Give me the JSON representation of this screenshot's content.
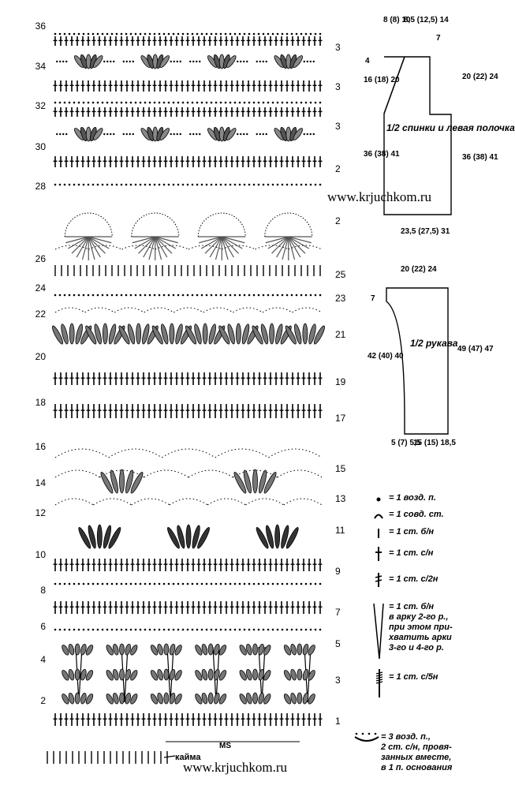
{
  "diagram": {
    "row_numbers_left": [
      "36",
      "34",
      "32",
      "30",
      "28",
      "26",
      "24",
      "22",
      "20",
      "18",
      "16",
      "14",
      "12",
      "10",
      "8",
      "6",
      "4",
      "2"
    ],
    "row_numbers_right": [
      "3",
      "3",
      "3",
      "2",
      "2",
      "25",
      "23",
      "21",
      "19",
      "17",
      "15",
      "13",
      "11",
      "9",
      "7",
      "5",
      "3",
      "1"
    ],
    "kayma_label": "кайма",
    "ms_label": "MS"
  },
  "watermarks": [
    "www.krjuchkom.ru",
    "www.krjuchkom.ru"
  ],
  "back_schematic": {
    "top_widths": [
      "8\n(8)\n10",
      "8,5\n(12,5)\n14",
      "7"
    ],
    "left_dims": [
      "4",
      "16\n(18)\n20",
      "36\n(38)\n41"
    ],
    "right_dims": [
      "20\n(22)\n24",
      "36\n(38)\n41"
    ],
    "label": "1/2 спинки\nи левая\nполочка",
    "bottom": "23,5\n(27,5) 31"
  },
  "sleeve_schematic": {
    "top": "20 (22) 24",
    "left_dims": [
      "7",
      "42\n(40)\n40"
    ],
    "right_dim": "49\n(47)\n47",
    "label": "1/2\nрукава",
    "bottom_left": "5\n(7)\n5,5",
    "bottom_right": "15 (15)\n18,5"
  },
  "legend": [
    {
      "icon": "dot-icon",
      "text": "= 1 возд. п."
    },
    {
      "icon": "arc-icon",
      "text": "= 1 совд. ст."
    },
    {
      "icon": "sc-icon",
      "text": "= 1 ст. б/н"
    },
    {
      "icon": "dc-icon",
      "text": "= 1 ст. с/н"
    },
    {
      "icon": "hdc-icon",
      "text": "= 1 ст. с/2н"
    },
    {
      "icon": "long-v-icon",
      "text": "= 1 ст. б/н\nв арку 2-го р.,\nпри этом при-\nхватить арки\n3-го и 4-го р."
    },
    {
      "icon": "tr5-icon",
      "text": "= 1 ст. с/5н"
    },
    {
      "icon": "cluster-icon",
      "text": "= 3 возд. п.,\n2 ст. с/н, провя-\nзанных вместе,\nв 1 п. основания"
    }
  ]
}
